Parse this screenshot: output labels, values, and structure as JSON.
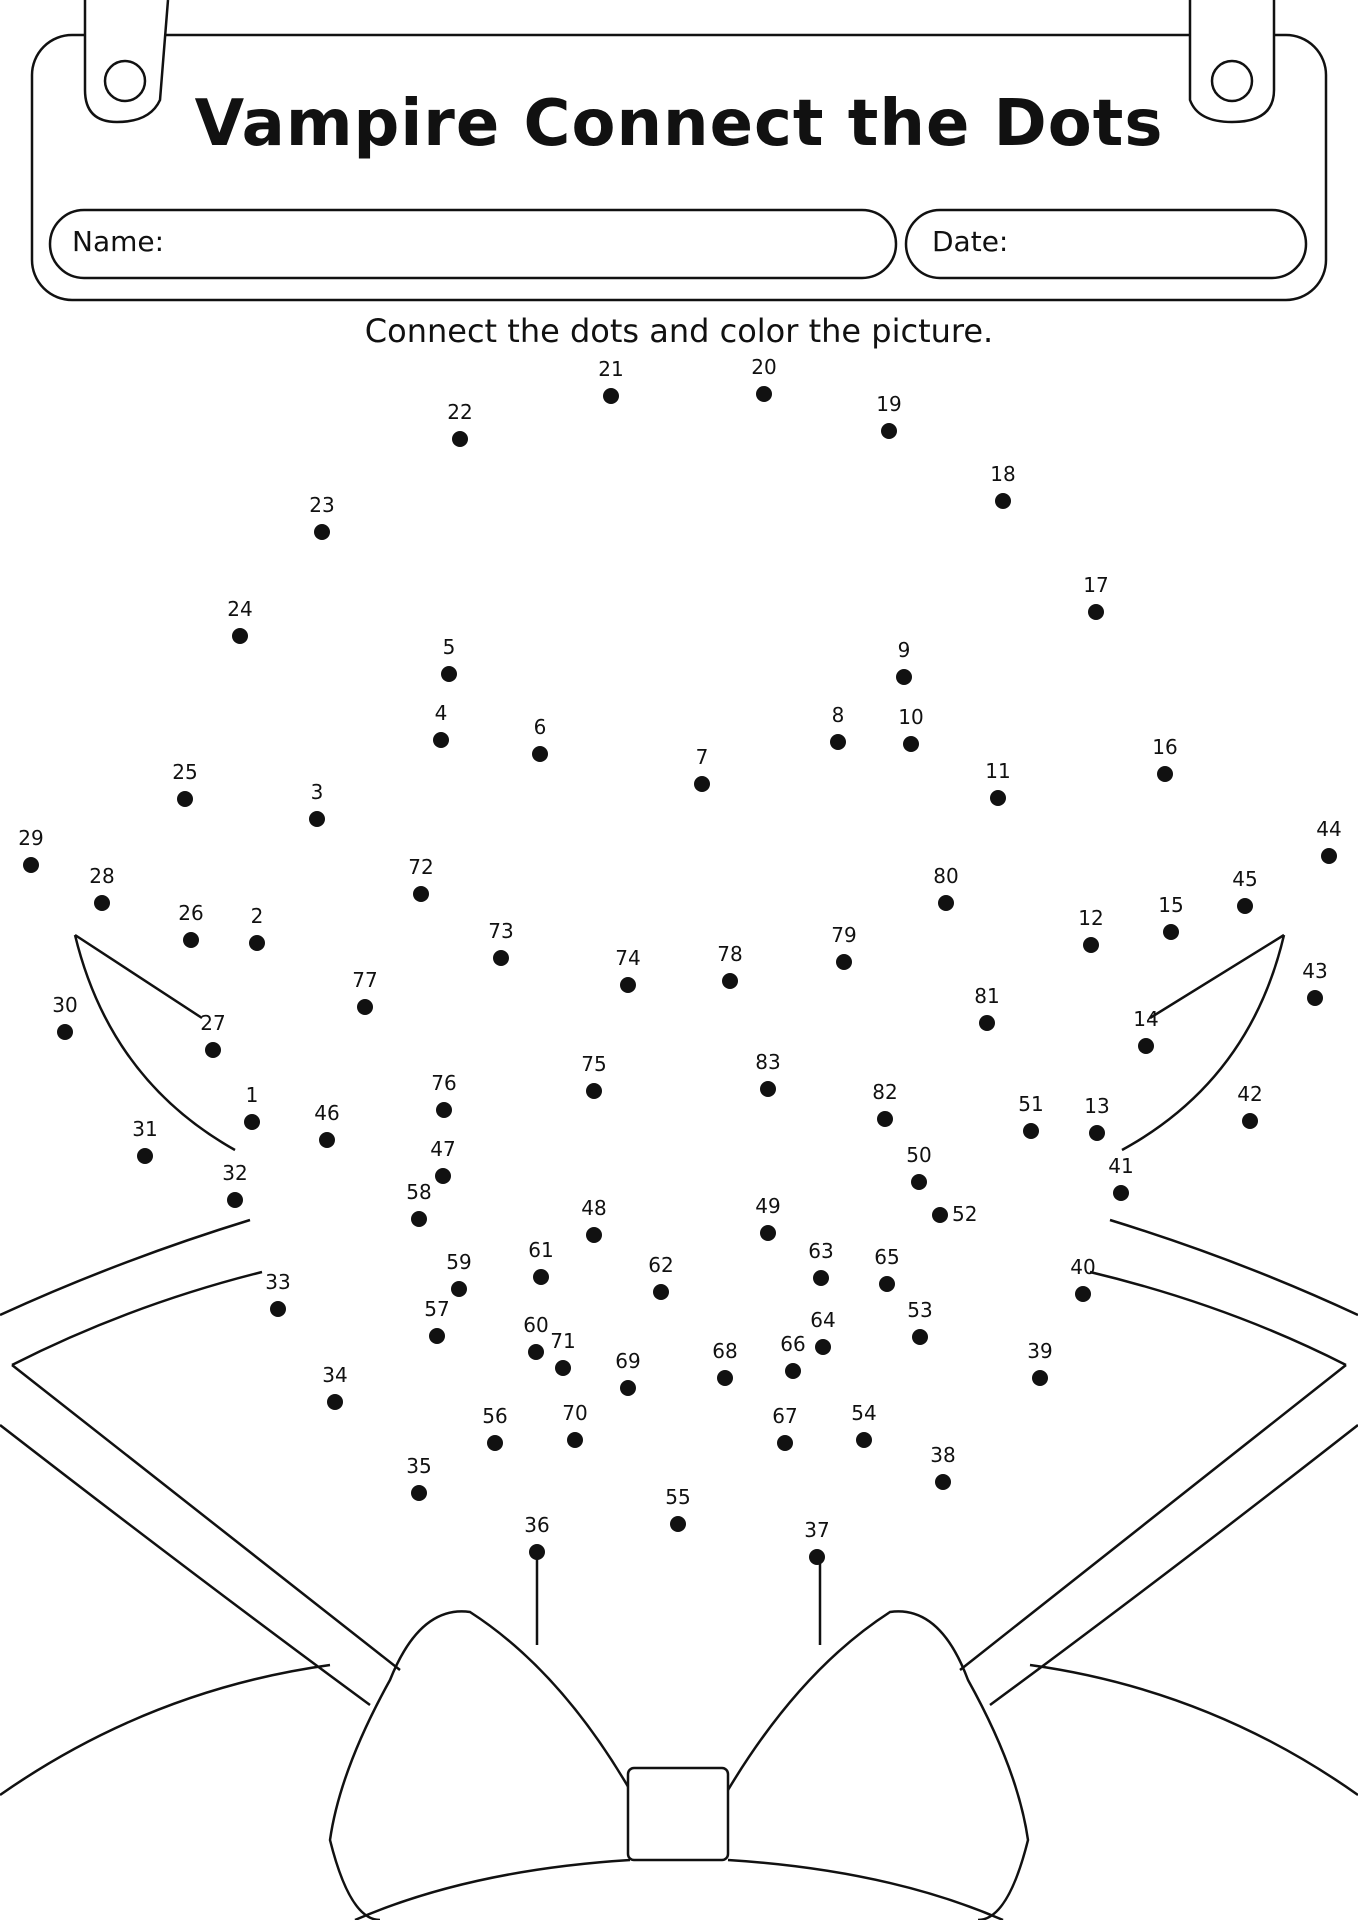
{
  "title": "Vampire Connect the Dots",
  "name_label": "Name:",
  "date_label": "Date:",
  "instruction": "Connect the dots and color the picture.",
  "dot_count": 83
}
